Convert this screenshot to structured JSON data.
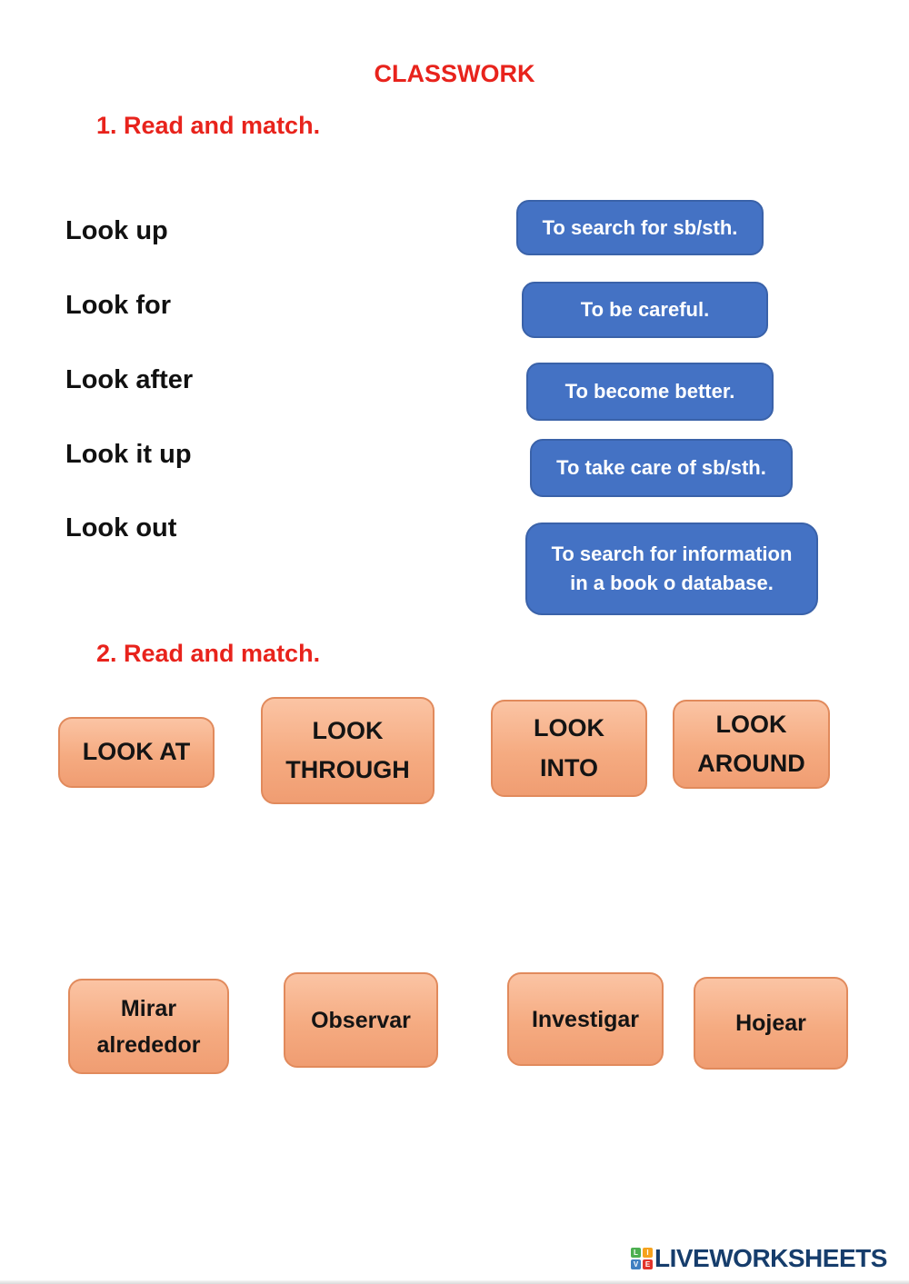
{
  "page": {
    "title": "CLASSWORK"
  },
  "section1": {
    "heading": "1. Read and match.",
    "terms": [
      "Look up",
      "Look for",
      "Look after",
      "Look it up",
      "Look out"
    ],
    "definitions": [
      "To search for sb/sth.",
      "To be careful.",
      "To become better.",
      "To take care of sb/sth.",
      "To search for information in a book o database."
    ]
  },
  "section2": {
    "heading": "2. Read and match.",
    "phrases": [
      "LOOK AT",
      "LOOK THROUGH",
      "LOOK INTO",
      "LOOK AROUND"
    ],
    "translations": [
      "Mirar alrededor",
      "Observar",
      "Investigar",
      "Hojear"
    ]
  },
  "footer": {
    "brand": "LIVEWORKSHEETS",
    "logo_letters": [
      "L",
      "I",
      "V",
      "E"
    ]
  },
  "colors": {
    "heading_red": "#e8231c",
    "term_text": "#111111",
    "definition_fill": "#4472c4",
    "definition_border": "#3a62a9",
    "definition_text": "#ffffff",
    "phrase_fill_top": "#fbc4a4",
    "phrase_fill_bottom": "#f09d72",
    "phrase_border": "#e18a5c",
    "brand_navy": "#163d6c",
    "logo_green": "#4caf50",
    "logo_yellow": "#f6a21d",
    "logo_blue": "#3f7fc1",
    "logo_red": "#e2342c"
  }
}
